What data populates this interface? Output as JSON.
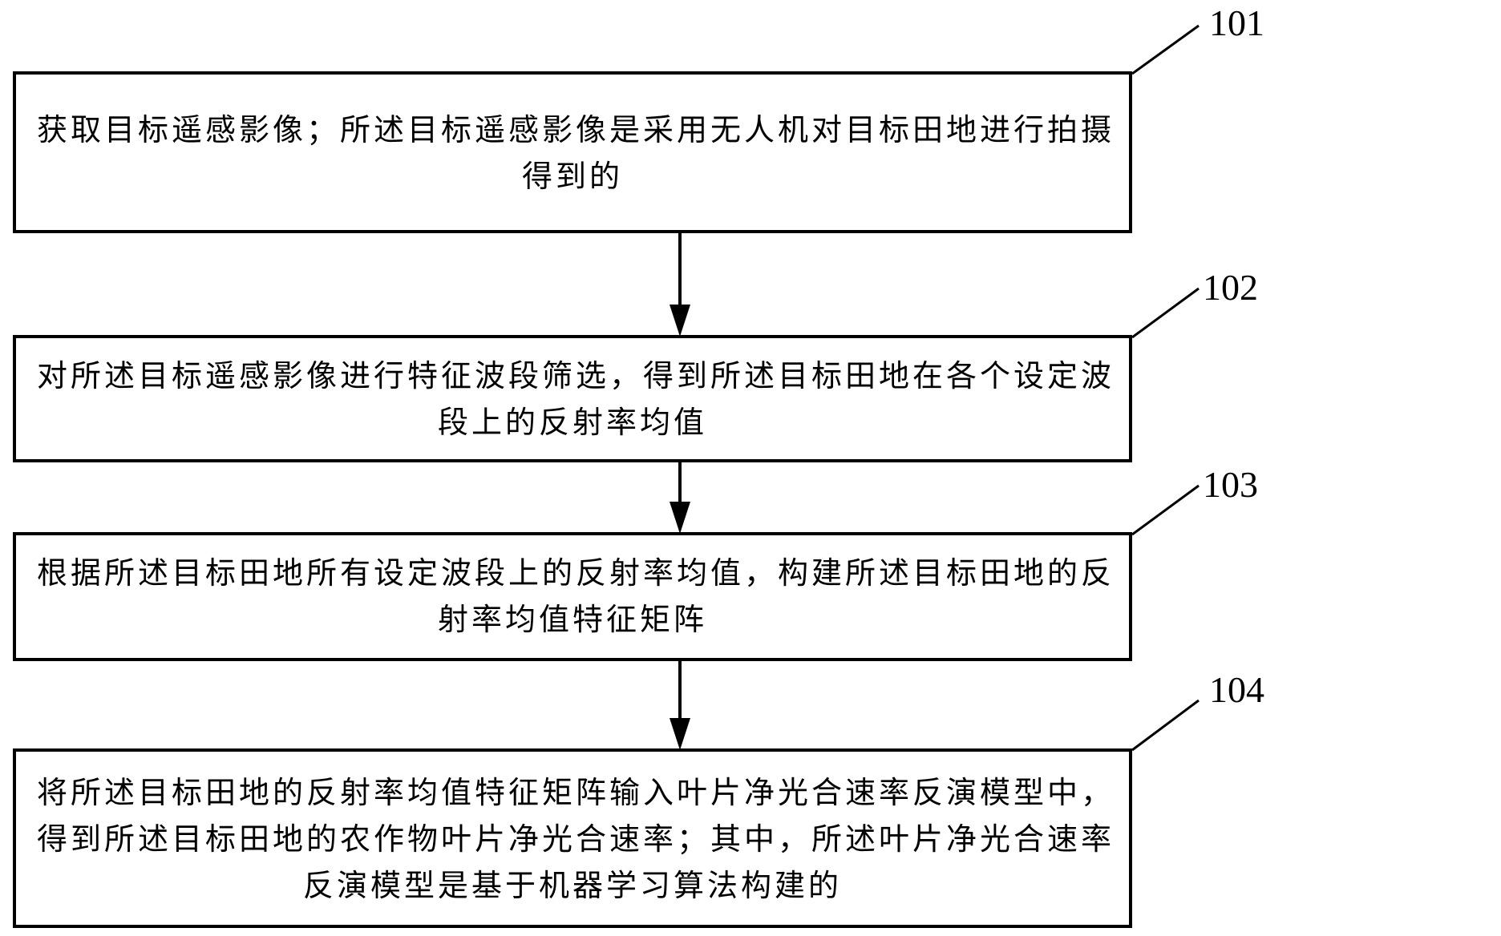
{
  "diagram": {
    "type": "flowchart",
    "steps": [
      {
        "id": "101",
        "label": "101",
        "lines": [
          "获取目标遥感影像；所述目标遥感影像是采用无人机对目标田地进行拍摄",
          "得到的"
        ]
      },
      {
        "id": "102",
        "label": "102",
        "lines": [
          "对所述目标遥感影像进行特征波段筛选，得到所述目标田地在各个设定波",
          "段上的反射率均值"
        ]
      },
      {
        "id": "103",
        "label": "103",
        "lines": [
          "根据所述目标田地所有设定波段上的反射率均值，构建所述目标田地的反",
          "射率均值特征矩阵"
        ]
      },
      {
        "id": "104",
        "label": "104",
        "lines": [
          "将所述目标田地的反射率均值特征矩阵输入叶片净光合速率反演模型中，",
          "得到所述目标田地的农作物叶片净光合速率；其中，所述叶片净光合速率",
          "反演模型是基于机器学习算法构建的"
        ]
      }
    ],
    "edges": [
      {
        "from": "101",
        "to": "102"
      },
      {
        "from": "102",
        "to": "103"
      },
      {
        "from": "103",
        "to": "104"
      }
    ],
    "colors": {
      "stroke": "#000000",
      "background": "#ffffff"
    }
  }
}
